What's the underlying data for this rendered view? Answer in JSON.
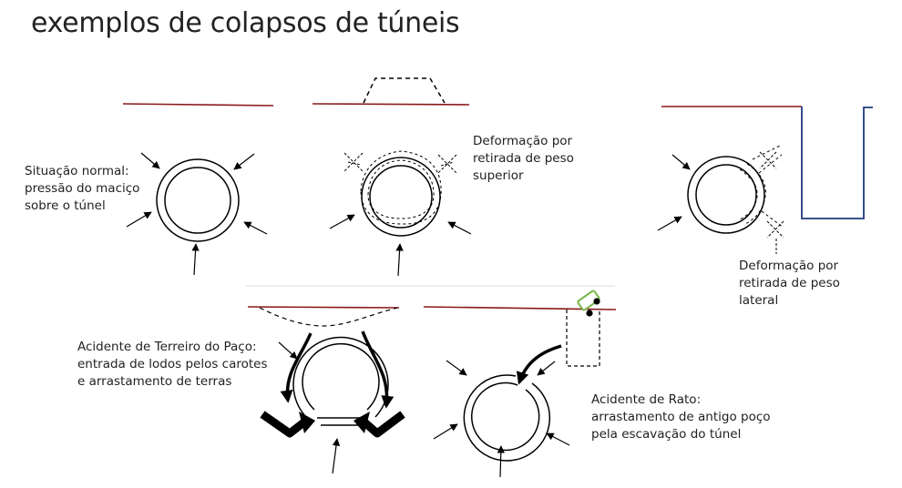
{
  "title": "exemplos de colapsos de túneis",
  "labels": {
    "normal": [
      "Situação normal:",
      "pressão do maciço",
      "sobre o túnel"
    ],
    "superior": [
      "Deformação por",
      "retirada de peso",
      "superior"
    ],
    "lateral": [
      "Deformação por",
      "retirada de peso",
      "lateral"
    ],
    "terreiro": [
      "Acidente de Terreiro do Paço:",
      "entrada de lodos pelos carotes",
      "e arrastamento de terras"
    ],
    "rato": [
      "Acidente de Rato:",
      "arrastamento de antigo poço",
      "pela escavação do túnel"
    ]
  },
  "colors": {
    "ground_line": "#8b1a1a",
    "well_line": "#1f3a7a",
    "ink": "#000000",
    "car": "#7ab648"
  }
}
